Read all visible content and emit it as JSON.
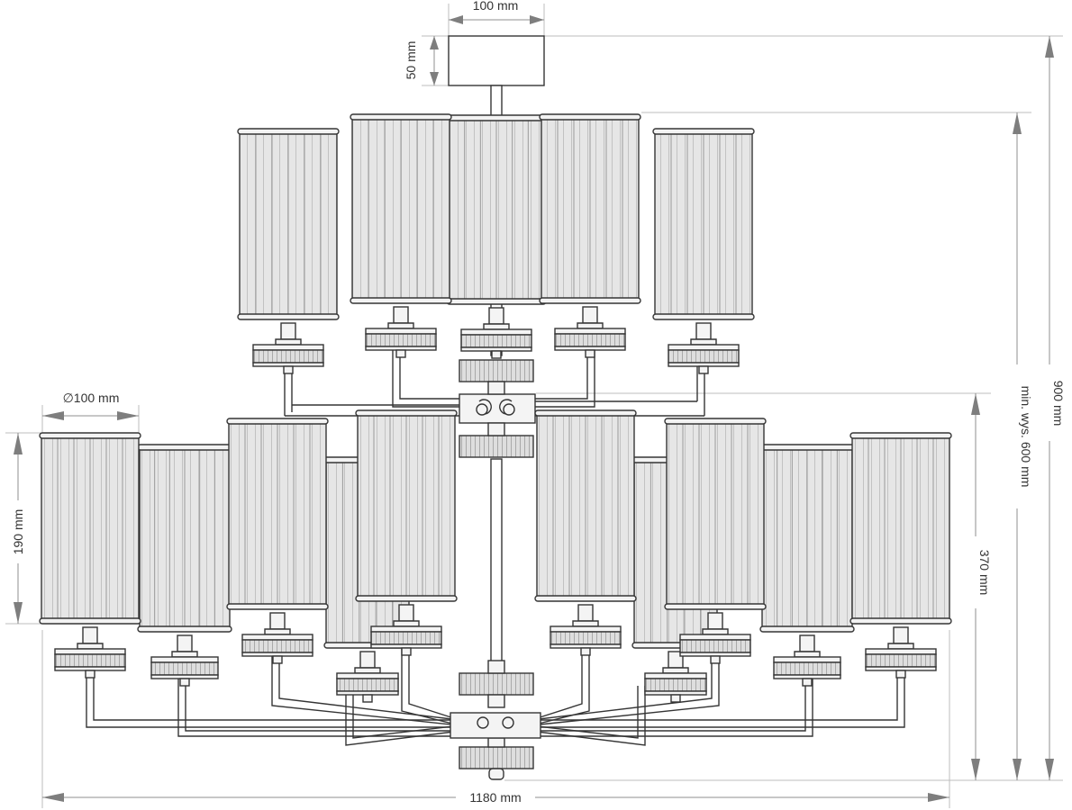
{
  "dimensions": {
    "canopy_width": "100 mm",
    "canopy_height": "50 mm",
    "shade_diameter": "∅100 mm",
    "shade_height": "190 mm",
    "body_height": "370 mm",
    "min_height": "min. wys. 600 mm",
    "max_height": "900 mm",
    "total_width": "1180 mm"
  }
}
